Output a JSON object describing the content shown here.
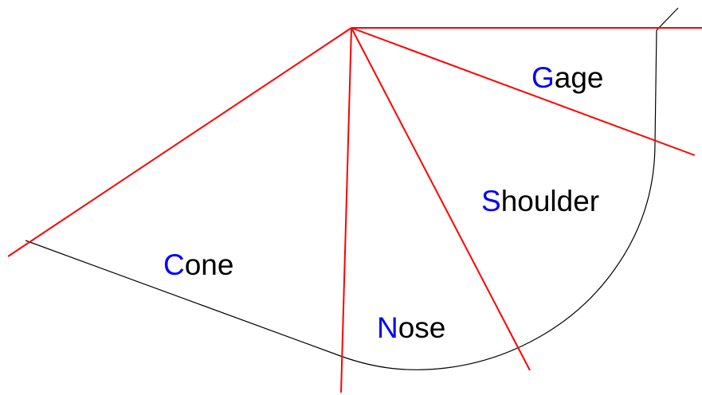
{
  "colors": {
    "background": "#ffffff",
    "profile_line": "#000000",
    "divider_line": "#ff0000",
    "initial_letter": "#0000ff",
    "label_text": "#000000"
  },
  "labels": {
    "cone": {
      "initial": "C",
      "rest": "one"
    },
    "nose": {
      "initial": "N",
      "rest": "ose"
    },
    "shoulder": {
      "initial": "S",
      "rest": "houlder"
    },
    "gage": {
      "initial": "G",
      "rest": "age"
    }
  }
}
